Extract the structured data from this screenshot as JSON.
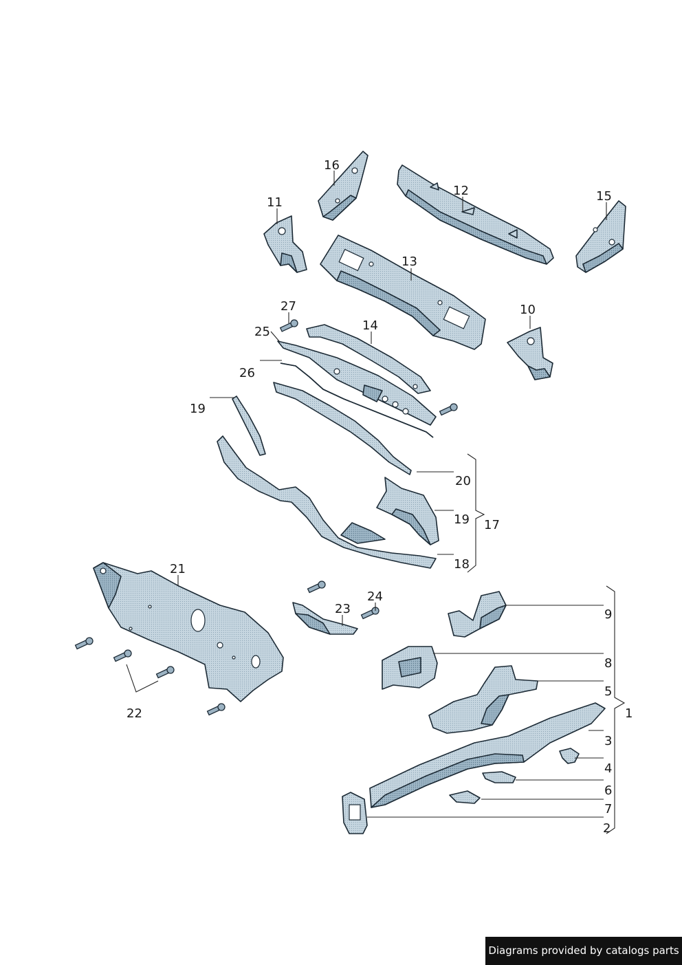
{
  "callouts": [
    {
      "id": "1",
      "text": "1"
    },
    {
      "id": "2",
      "text": "2"
    },
    {
      "id": "3",
      "text": "3"
    },
    {
      "id": "4",
      "text": "4"
    },
    {
      "id": "5",
      "text": "5"
    },
    {
      "id": "6",
      "text": "6"
    },
    {
      "id": "7",
      "text": "7"
    },
    {
      "id": "8",
      "text": "8"
    },
    {
      "id": "9",
      "text": "9"
    },
    {
      "id": "10",
      "text": "10"
    },
    {
      "id": "11",
      "text": "11"
    },
    {
      "id": "12",
      "text": "12"
    },
    {
      "id": "13",
      "text": "13"
    },
    {
      "id": "14",
      "text": "14"
    },
    {
      "id": "15",
      "text": "15"
    },
    {
      "id": "16",
      "text": "16"
    },
    {
      "id": "17",
      "text": "17"
    },
    {
      "id": "18",
      "text": "18"
    },
    {
      "id": "19a",
      "text": "19"
    },
    {
      "id": "19b",
      "text": "19"
    },
    {
      "id": "20",
      "text": "20"
    },
    {
      "id": "21",
      "text": "21"
    },
    {
      "id": "22",
      "text": "22"
    },
    {
      "id": "23",
      "text": "23"
    },
    {
      "id": "24",
      "text": "24"
    },
    {
      "id": "25",
      "text": "25"
    },
    {
      "id": "26",
      "text": "26"
    },
    {
      "id": "27",
      "text": "27"
    }
  ],
  "credit": "Diagrams provided by catalogs parts",
  "colors": {
    "part_fill": "#c3d4df",
    "part_shade": "#8fa9ba",
    "outline": "#1c2a35",
    "credit_bg": "#111111"
  }
}
